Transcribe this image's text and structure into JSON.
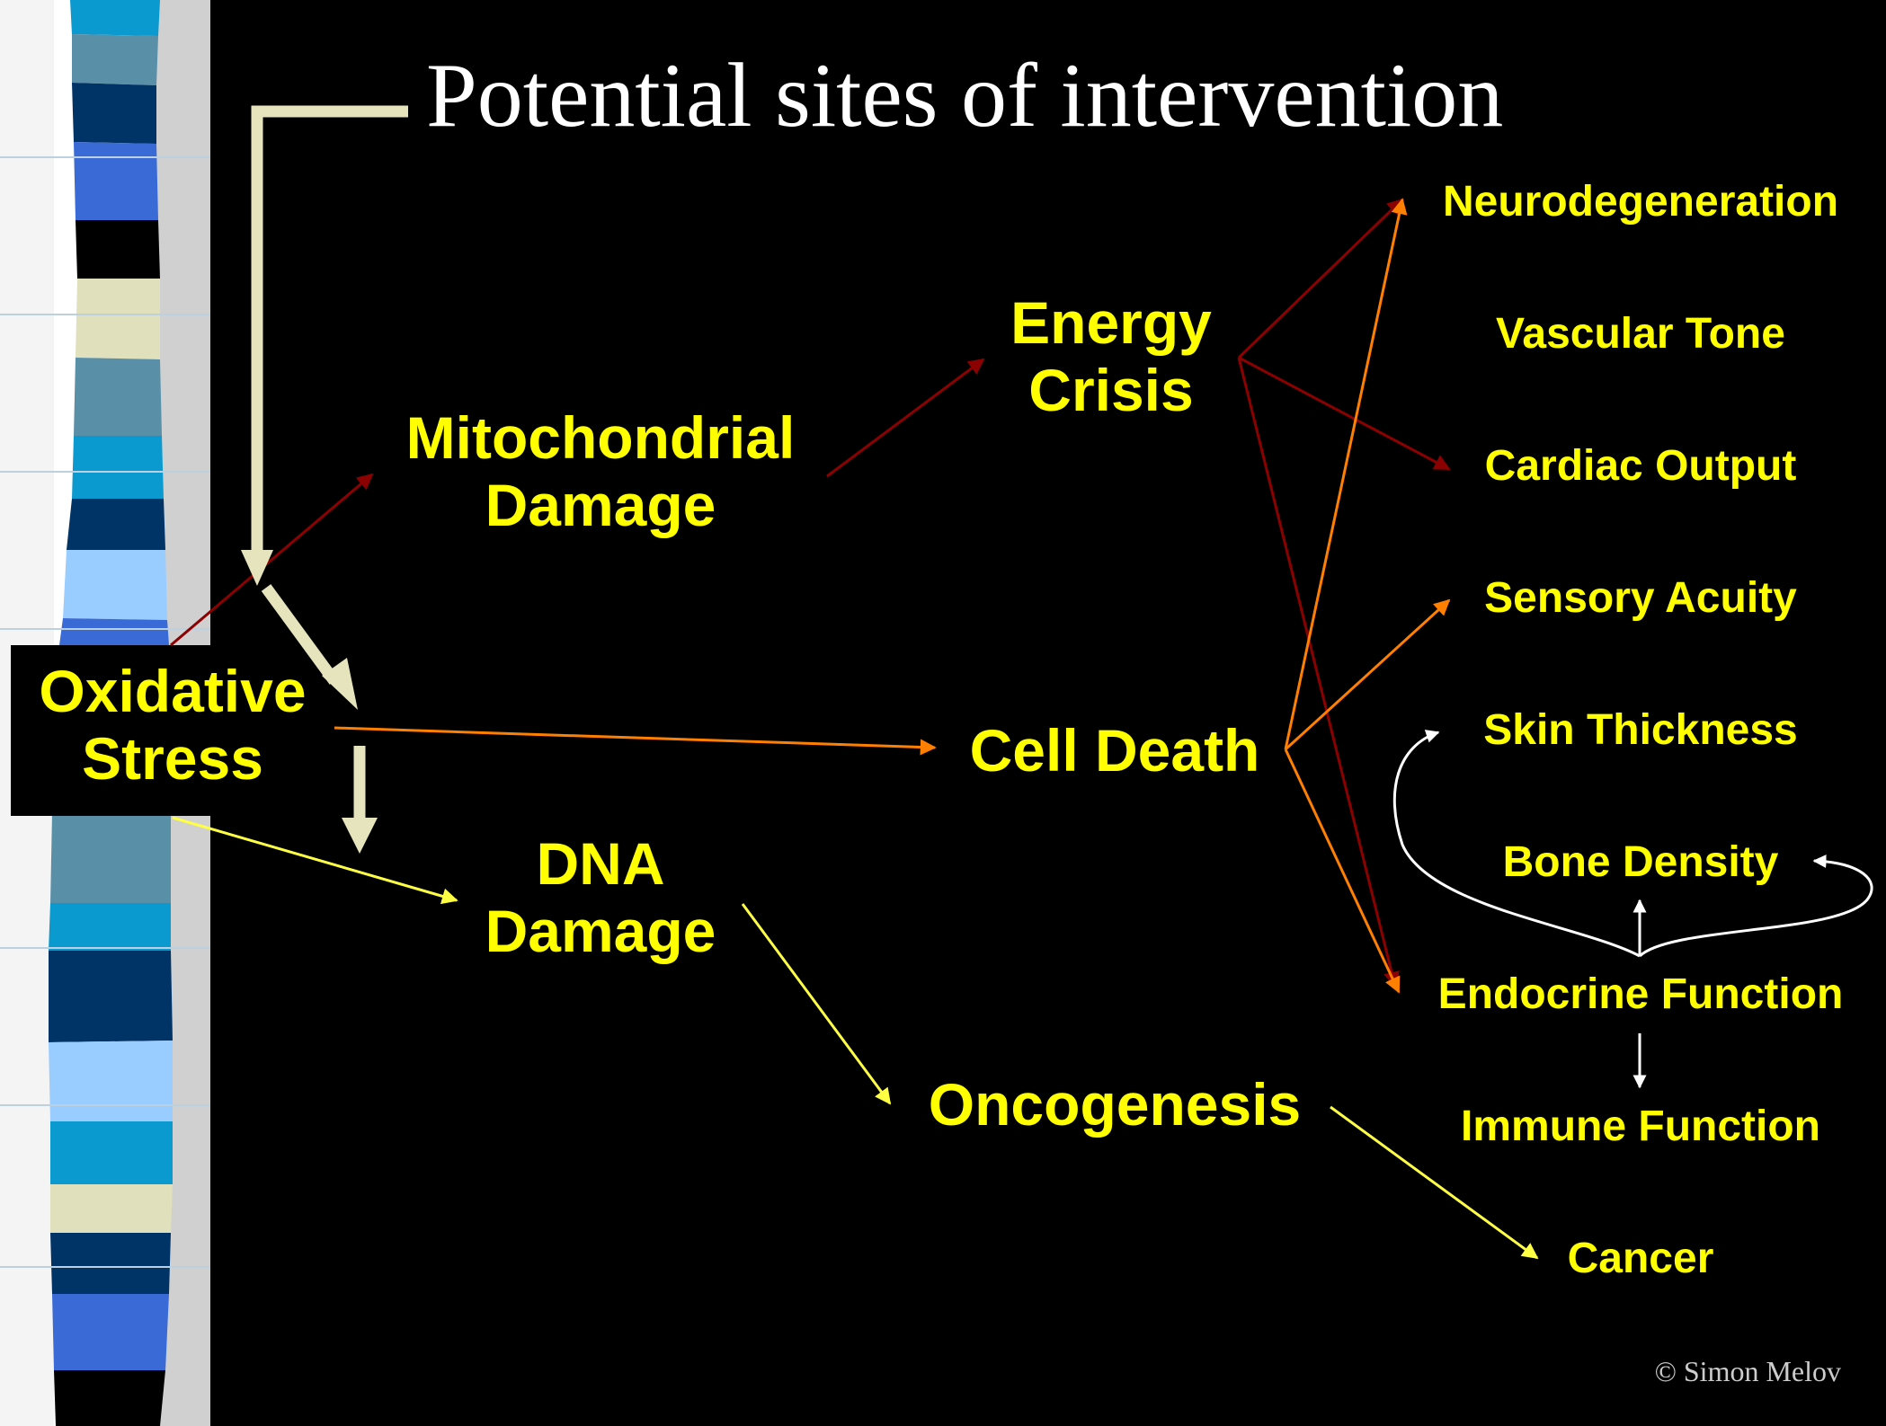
{
  "title": "Potential sites of intervention",
  "credit": "© Simon Melov",
  "nodes": {
    "oxidative_stress": [
      "Oxidative",
      "Stress"
    ],
    "mitochondrial_damage": [
      "Mitochondrial",
      "Damage"
    ],
    "dna_damage": [
      "DNA",
      "Damage"
    ],
    "energy_crisis": [
      "Energy",
      "Crisis"
    ],
    "cell_death": "Cell Death",
    "oncogenesis": "Oncogenesis"
  },
  "outcomes": {
    "neurodegeneration": "Neurodegeneration",
    "vascular_tone": "Vascular Tone",
    "cardiac_output": "Cardiac Output",
    "sensory_acuity": "Sensory Acuity",
    "skin_thickness": "Skin Thickness",
    "bone_density": "Bone Density",
    "endocrine_function": "Endocrine Function",
    "immune_function": "Immune Function",
    "cancer": "Cancer"
  },
  "colors": {
    "background": "#000000",
    "node_text": "#ffff00",
    "title_text": "#ffffff",
    "dark_red_arrow": "#8b0000",
    "orange_arrow": "#ff7f00",
    "yellow_arrow": "#ffff44",
    "intervention_arrow": "#e6e4bd",
    "white_arrow": "#ffffff"
  }
}
